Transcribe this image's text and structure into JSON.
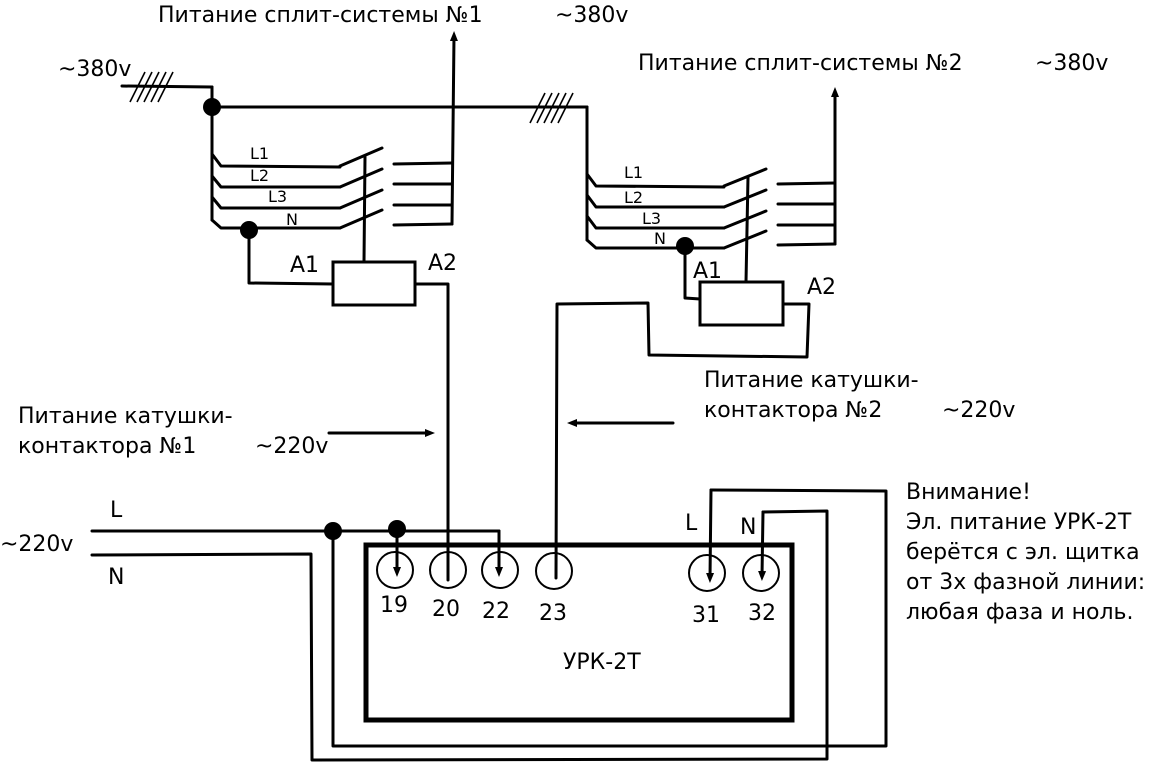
{
  "labels": {
    "supply1": "Питание сплит-системы №1",
    "supply1_v": "~380v",
    "supply2": "Питание сплит-системы №2",
    "supply2_v": "~380v",
    "input_v": "~380v",
    "coil1_line1": "Питание катушки-",
    "coil1_line2": "контактора №1",
    "coil1_v": "~220v",
    "coil2_line1": "Питание катушки-",
    "coil2_line2": "контактора №2",
    "coil2_v": "~220v",
    "mains_v": "~220v",
    "mains_L": "L",
    "mains_N": "N",
    "a1_left": "A1",
    "a2_left": "A2",
    "a1_right": "A1",
    "a2_right": "A2",
    "c1_L1": "L1",
    "c1_L2": "L2",
    "c1_L3": "L3",
    "c1_N": "N",
    "c2_L1": "L1",
    "c2_L2": "L2",
    "c2_L3": "L3",
    "c2_N": "N",
    "urk_L": "L",
    "urk_N": "N",
    "device": "УРК-2Т",
    "t19": "19",
    "t20": "20",
    "t22": "22",
    "t23": "23",
    "t31": "31",
    "t32": "32",
    "note": [
      "Внимание!",
      "Эл. питание УРК-2Т",
      "берётся с эл. щитка",
      "от 3х фазной линии:",
      "любая фаза и ноль."
    ]
  }
}
